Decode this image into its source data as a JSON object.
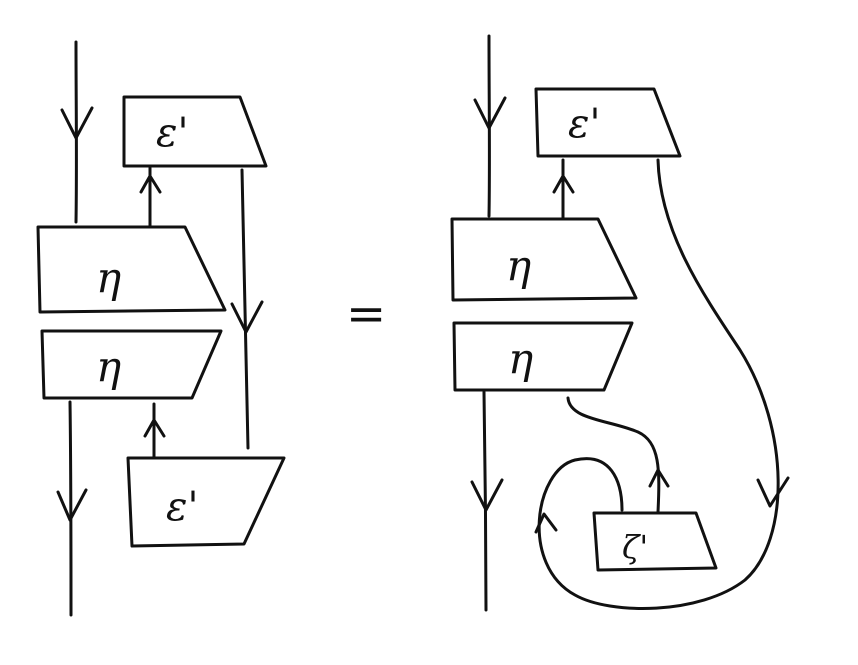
{
  "colors": {
    "ink": "#111111",
    "paper": "#ffffff"
  },
  "left": {
    "top_box": "ε'",
    "upper_box": "η",
    "lower_box": "η",
    "bottom_box": "ε'"
  },
  "equals": "=",
  "right": {
    "top_box": "ε'",
    "upper_box": "η",
    "lower_box": "η",
    "small_box": "ζ'"
  },
  "arrow_icons": [
    "arrow-down-icon",
    "arrow-up-icon"
  ]
}
